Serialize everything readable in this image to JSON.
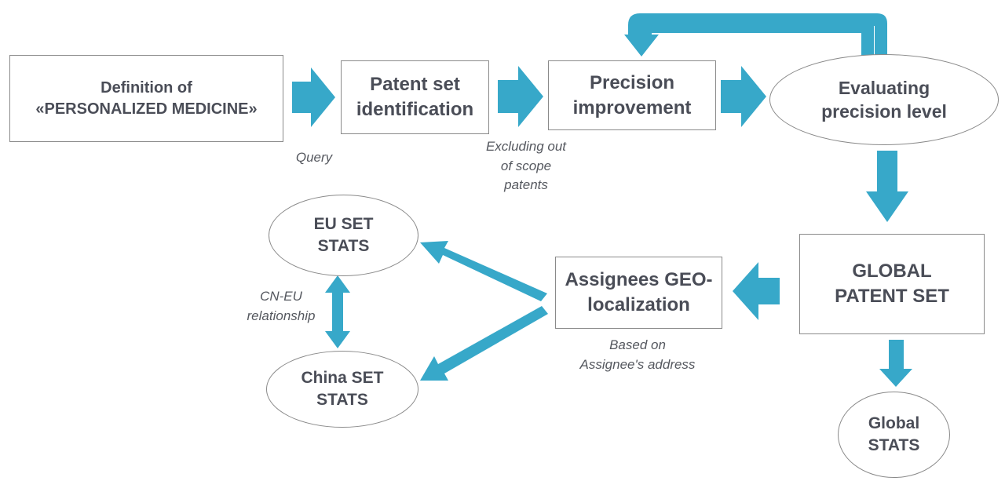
{
  "colors": {
    "arrow": "#37a8c9",
    "box_border": "#8a8a8a",
    "text": "#4a4d57",
    "note_text": "#55585f"
  },
  "nodes": {
    "definition": "Definition of\n«PERSONALIZED MEDICINE»",
    "patent_set": "Patent set\nidentification",
    "precision_improvement": "Precision\nimprovement",
    "evaluating": "Evaluating\nprecision level",
    "global_patent_set": "GLOBAL\nPATENT SET",
    "assignees": "Assignees GEO-\nlocalization",
    "eu_set": "EU SET\nSTATS",
    "china_set": "China SET\nSTATS",
    "global_stats": "Global\nSTATS"
  },
  "notes": {
    "query": "Query",
    "excluding": "Excluding out\nof scope\npatents",
    "based_on": "Based on\nAssignee's address",
    "cn_eu": "CN-EU\nrelationship"
  }
}
